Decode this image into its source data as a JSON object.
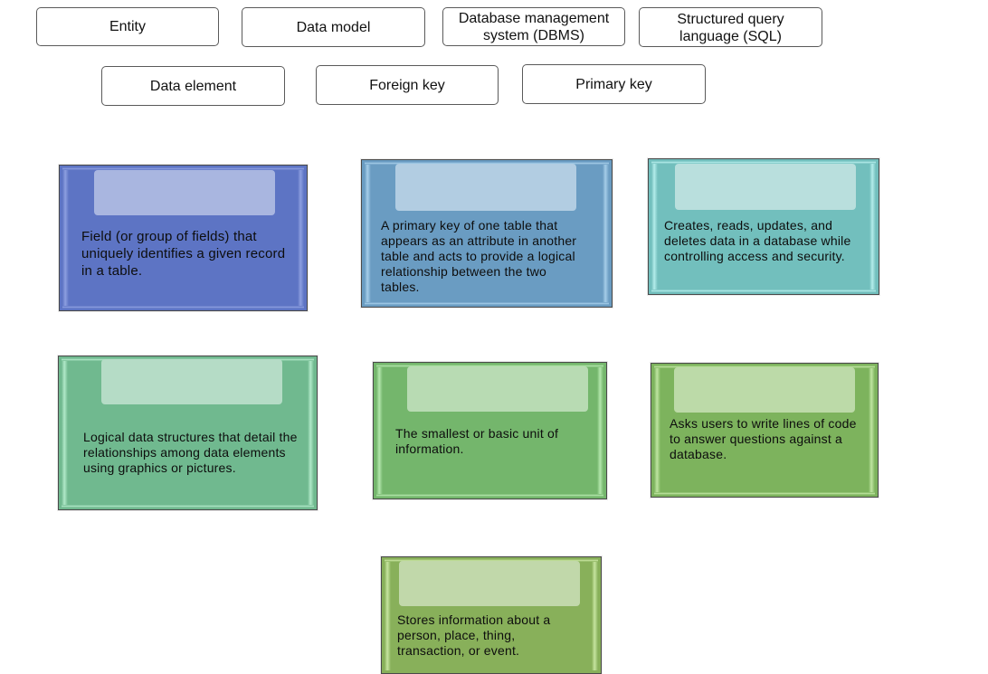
{
  "terms": [
    {
      "id": "entity",
      "lines": [
        "Entity"
      ]
    },
    {
      "id": "data-model",
      "lines": [
        "Data model"
      ]
    },
    {
      "id": "dbms",
      "lines": [
        "Database management",
        "system (DBMS)"
      ]
    },
    {
      "id": "sql",
      "lines": [
        "Structured query",
        "language (SQL)"
      ]
    },
    {
      "id": "data-element",
      "lines": [
        "Data element"
      ]
    },
    {
      "id": "foreign-key",
      "lines": [
        "Foreign key"
      ]
    },
    {
      "id": "primary-key",
      "lines": [
        "Primary key"
      ]
    }
  ],
  "definitions": [
    {
      "id": "def-1",
      "color": "#5d74c4",
      "slot_color": "#a9b6e0",
      "edge_color": "#8d9fe0",
      "text": "Field (or group of fields) that uniquely identifies a given record in a table."
    },
    {
      "id": "def-2",
      "color": "#6a9cc2",
      "slot_color": "#b2cde2",
      "edge_color": "#a5cde8",
      "text": "A primary key of one table that appears as an attribute in another table and acts to provide a logical relationship between the two tables."
    },
    {
      "id": "def-3",
      "color": "#72bfbd",
      "slot_color": "#b9dfdd",
      "edge_color": "#b3ecea",
      "text": "Creates, reads, updates, and deletes data in a database while controlling access and security."
    },
    {
      "id": "def-4",
      "color": "#70b98f",
      "slot_color": "#b5dcc6",
      "edge_color": "#b0e8c8",
      "text": "Logical data structures that detail the relationships among data elements using graphics or pictures."
    },
    {
      "id": "def-5",
      "color": "#74b66c",
      "slot_color": "#b8dbb3",
      "edge_color": "#b3e6ac",
      "text": "The smallest or basic unit of information."
    },
    {
      "id": "def-6",
      "color": "#7db35d",
      "slot_color": "#bcdaa8",
      "edge_color": "#bfe5a1",
      "text": "Asks users to write lines of code to answer questions against a database."
    },
    {
      "id": "def-7",
      "color": "#88b05a",
      "slot_color": "#c1d8aa",
      "edge_color": "#c6e49f",
      "text": "Stores information about a person, place, thing, transaction, or event."
    }
  ]
}
